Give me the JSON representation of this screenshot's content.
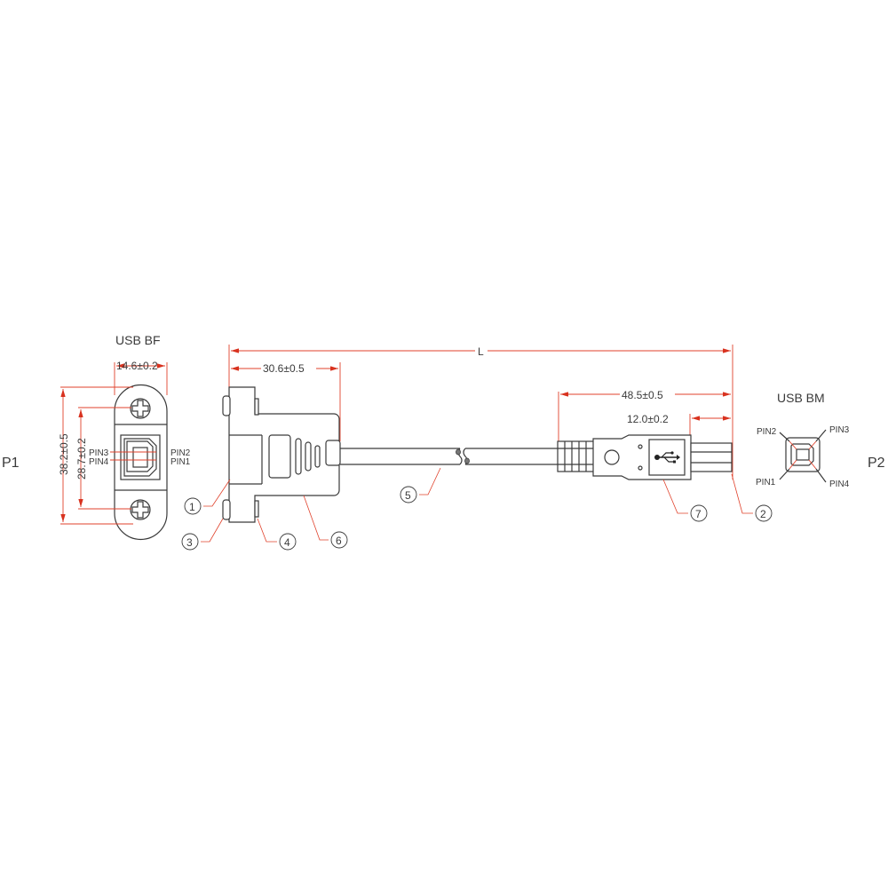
{
  "drawing": {
    "title_left_connector": "USB BF",
    "title_right_connector": "USB BM",
    "port_left": "P1",
    "port_right": "P2",
    "colors": {
      "outline": "#3a3a3a",
      "dimension": "#e0412b",
      "background": "#ffffff"
    }
  },
  "dimensions": {
    "overall_length": "L",
    "bf_width": "14.6±0.2",
    "bf_height": "38.2±0.5",
    "bf_hole_pitch": "28.7±0.2",
    "bf_body_length": "30.6±0.5",
    "bm_body_length": "48.5±0.5",
    "bm_plug_length": "12.0±0.2"
  },
  "pins": {
    "left": {
      "pin3": "PIN3",
      "pin4": "PIN4",
      "pin2": "PIN2",
      "pin1": "PIN1"
    },
    "right": {
      "pin2": "PIN2",
      "pin3": "PIN3",
      "pin1": "PIN1",
      "pin4": "PIN4"
    }
  },
  "callouts": [
    {
      "id": "1",
      "label": "1"
    },
    {
      "id": "2",
      "label": "2"
    },
    {
      "id": "3",
      "label": "3"
    },
    {
      "id": "4",
      "label": "4"
    },
    {
      "id": "5",
      "label": "5"
    },
    {
      "id": "6",
      "label": "6"
    },
    {
      "id": "7",
      "label": "7"
    }
  ],
  "icons": {
    "usb_symbol": "usb-trident-icon",
    "screw": "phillips-screw-icon"
  }
}
